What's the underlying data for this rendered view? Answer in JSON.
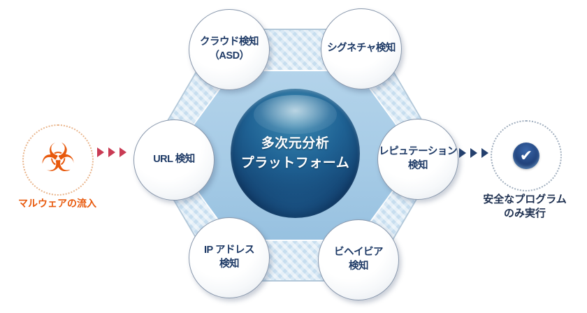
{
  "center": {
    "line1": "多次元分析",
    "line2": "プラットフォーム"
  },
  "nodes": [
    {
      "id": "cloud-detection",
      "line1": "クラウド検知",
      "line2": "（ASD）"
    },
    {
      "id": "signature-detection",
      "line1": "シグネチャ検知"
    },
    {
      "id": "url-detection",
      "line1": "URL 検知"
    },
    {
      "id": "reputation-detection",
      "line1": "レピュテーション",
      "line2": "検知"
    },
    {
      "id": "ip-address-detection",
      "line1": "IP アドレス",
      "line2": "検知"
    },
    {
      "id": "behavior-detection",
      "line1": "ビヘイビア",
      "line2": "検知"
    }
  ],
  "input": {
    "icon": "biohazard-icon",
    "glyph": "☣",
    "label": "マルウェアの流入"
  },
  "output": {
    "icon": "check-icon",
    "glyph": "✔",
    "label_line1": "安全なプログラム",
    "label_line2": "のみ実行"
  },
  "colors": {
    "accent_orange": "#e8590c",
    "arrow_red": "#c93b54",
    "arrow_navy": "#24406e",
    "node_text_navy": "#1e3a66",
    "hex_outer_blue": "#d9e9f5",
    "hex_inner_blue": "#a6cbe6",
    "sphere_navy": "#123e6c",
    "badge_navy": "#22447e"
  }
}
